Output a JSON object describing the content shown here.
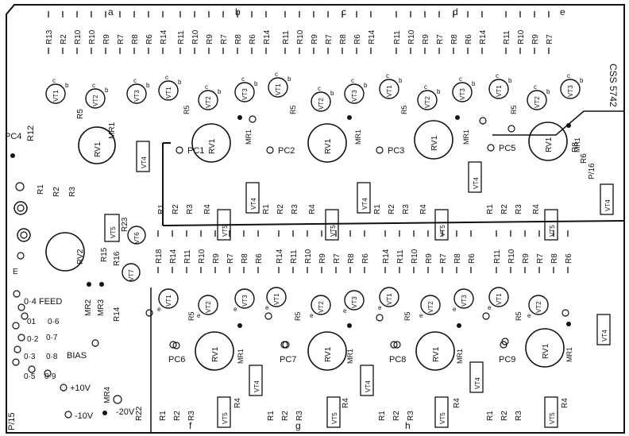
{
  "section_labels": [
    "a",
    "b",
    "c",
    "d",
    "e",
    "f",
    "g",
    "h"
  ],
  "board_code": "CSS 5742",
  "top_resistor_groups": [
    [
      "R13",
      "R2",
      "R10",
      "R10",
      "R9",
      "R7",
      "R8",
      "R6",
      "R14"
    ],
    [
      "R11",
      "R10",
      "R9",
      "R7",
      "R8",
      "R6",
      "R14"
    ],
    [
      "R11",
      "R10",
      "R9",
      "R7",
      "R8",
      "R6",
      "R14"
    ],
    [
      "R11",
      "R10",
      "R9",
      "R7",
      "R8",
      "R6",
      "R14"
    ],
    [
      "R11",
      "R10",
      "R9",
      "R7"
    ]
  ],
  "bottom_resistor_groups": [
    [
      "R18",
      "R14",
      "R11",
      "R10",
      "R9",
      "R7",
      "R8",
      "R6"
    ],
    [
      "R14",
      "R11",
      "R10",
      "R9",
      "R7",
      "R8",
      "R6"
    ],
    [
      "R14",
      "R11",
      "R10",
      "R9",
      "R7",
      "R8",
      "R6"
    ],
    [
      "R11",
      "R10",
      "R9",
      "R7",
      "R8",
      "R6"
    ]
  ],
  "transistor_labels": [
    "VT1",
    "VT2",
    "VT3"
  ],
  "pot_label": "RV1",
  "pot2_label": "RV2",
  "pc_labels_top": [
    "PC1",
    "PC2",
    "PC3",
    "PC5"
  ],
  "pc_labels_bottom": [
    "PC6",
    "PC7",
    "PC8",
    "PC9"
  ],
  "vt4": "VT4",
  "vt5": "VT5",
  "mr1": "MR1",
  "mr2": "MR2",
  "mr3": "MR3",
  "mr4": "MR4",
  "left_labels": {
    "pc4": "PC4",
    "r12": "R12",
    "r5": "R5",
    "mr1": "MR1",
    "r1": "R1",
    "r2": "R2",
    "r3": "R3",
    "r23": "R23",
    "r16": "R16",
    "r15": "R15",
    "r14": "R14",
    "r22": "R22",
    "vt6": "VT6",
    "vt7": "VT7",
    "e": "E"
  },
  "feed_labels": {
    "feed": "0·4 FEED",
    "o1": "01",
    "o6": "0·6",
    "o2": "0·2",
    "o7": "0·7",
    "o3": "0·3",
    "o8": "0·8",
    "bias": "BIAS",
    "o5": "0·5",
    "o9": "0·9"
  },
  "supply_labels": {
    "p10": "+10V",
    "m10": "-10V",
    "m20": "-20V",
    "p15": "P/15",
    "p16": "P/16"
  },
  "small_labels": {
    "r4": "R4",
    "r1": "R1",
    "r2": "R2",
    "r3": "R3",
    "r5": "R5",
    "r6": "R6",
    "r8": "R8"
  },
  "pin_letters": {
    "b": "b",
    "c": "c",
    "e": "e"
  }
}
